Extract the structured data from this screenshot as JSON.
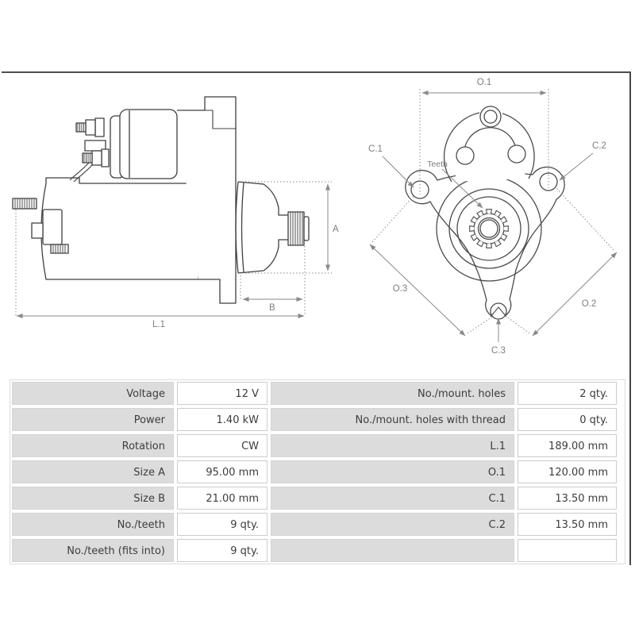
{
  "drawing": {
    "side_view": {
      "dim_a": "A",
      "dim_b": "B",
      "dim_l1": "L.1"
    },
    "front_view": {
      "dim_o1": "O.1",
      "dim_o2": "O.2",
      "dim_o3": "O.3",
      "dim_c1": "C.1",
      "dim_c2": "C.2",
      "dim_c3": "C.3",
      "teeth_label": "Teeth"
    }
  },
  "table": {
    "left_rows": [
      {
        "label": "Voltage",
        "value": "12 V"
      },
      {
        "label": "Power",
        "value": "1.40 kW"
      },
      {
        "label": "Rotation",
        "value": "CW"
      },
      {
        "label": "Size A",
        "value": "95.00 mm"
      },
      {
        "label": "Size B",
        "value": "21.00 mm"
      },
      {
        "label": "No./teeth",
        "value": "9 qty."
      },
      {
        "label": "No./teeth (fits into)",
        "value": "9 qty."
      }
    ],
    "right_rows": [
      {
        "label": "No./mount. holes",
        "value": "2 qty."
      },
      {
        "label": "No./mount. holes with thread",
        "value": "0 qty."
      },
      {
        "label": "L.1",
        "value": "189.00 mm"
      },
      {
        "label": "O.1",
        "value": "120.00 mm"
      },
      {
        "label": "C.1",
        "value": "13.50 mm"
      },
      {
        "label": "C.2",
        "value": "13.50 mm"
      },
      {
        "label": "",
        "value": ""
      }
    ]
  },
  "colors": {
    "outline": "#3f3f3f",
    "dimension": "#8a8a8a",
    "table_label_bg": "#dcdcdc",
    "frame_border": "#4d4d4d"
  }
}
